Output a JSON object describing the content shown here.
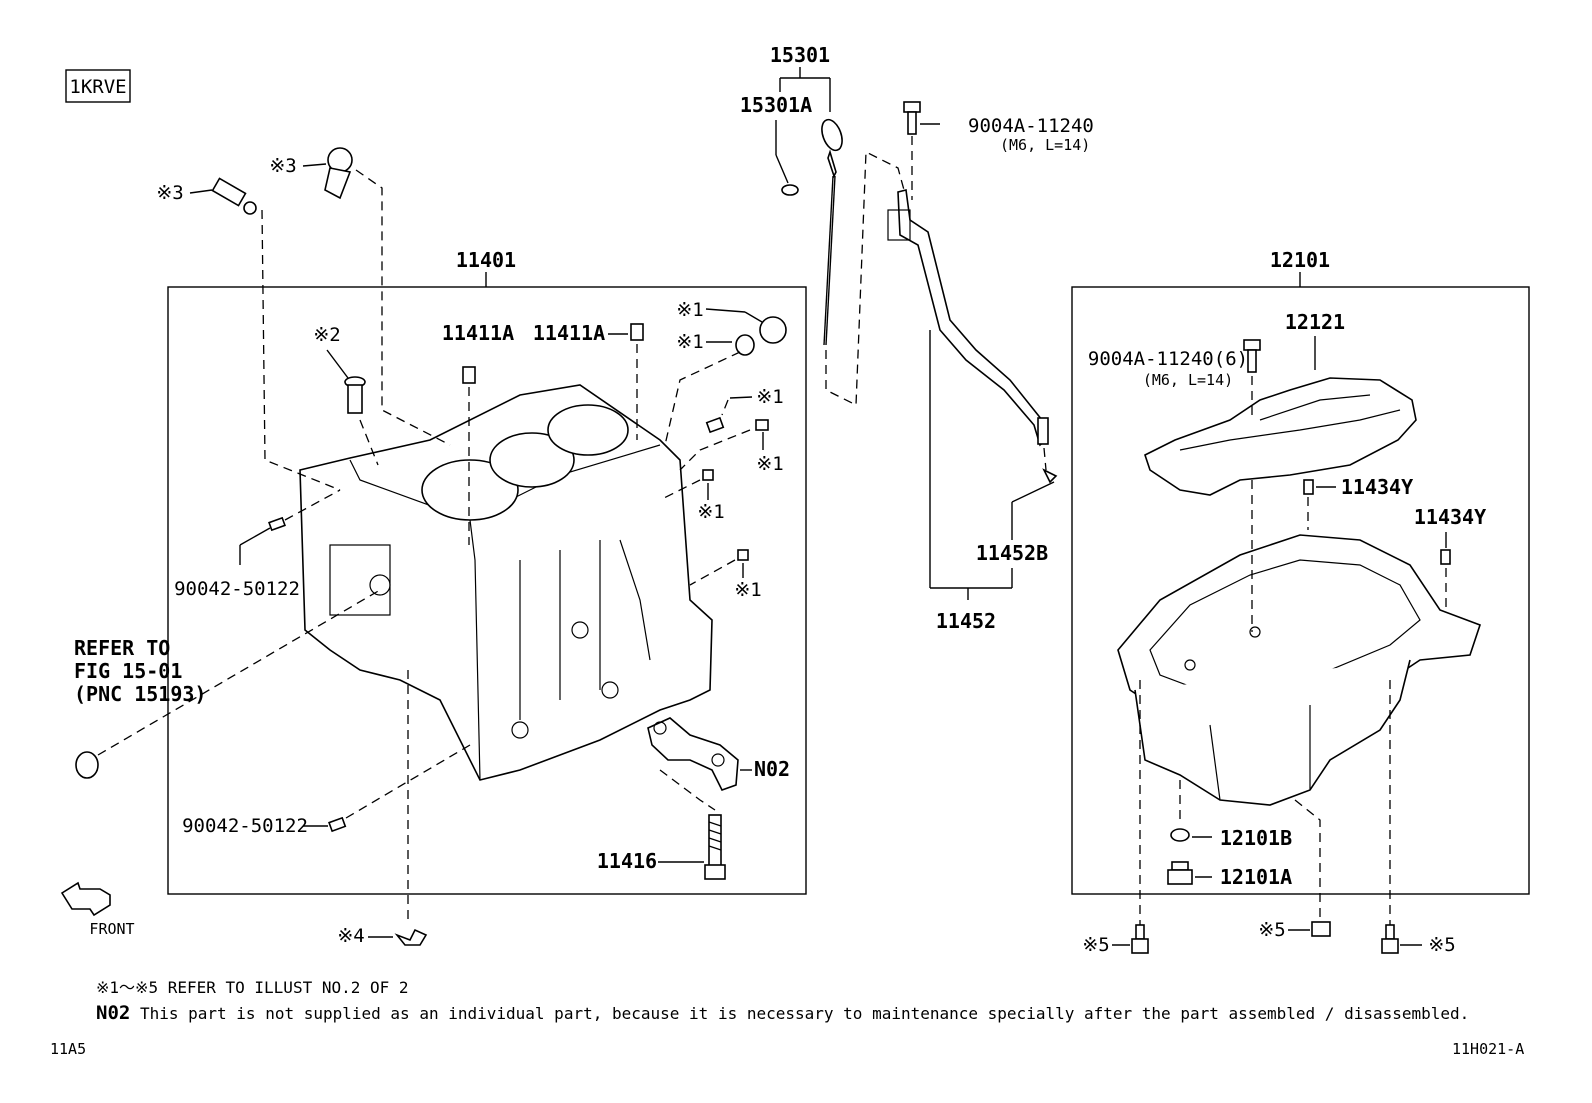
{
  "engine_code": "1KRVE",
  "groups": {
    "block": "11401",
    "dipstick": "15301",
    "oil_pan": "12101"
  },
  "labels": {
    "dipstick_sub": "15301A",
    "bolt_top": "9004A-11240",
    "bolt_top_spec": "(M6, L=14)",
    "ref_3a": "※3",
    "ref_3b": "※3",
    "ref_2": "※2",
    "pin_a": "11411A",
    "pin_b": "11411A",
    "ref_1a": "※1",
    "ref_1b": "※1",
    "ref_1c": "※1",
    "ref_1d": "※1",
    "ref_1e": "※1",
    "ref_1f": "※1",
    "plug_a": "90042-50122",
    "plug_b": "90042-50122",
    "refer_line1": "REFER TO",
    "refer_line2": "FIG 15-01",
    "refer_line3": "(PNC 15193)",
    "cap": "N02",
    "cap_bolt": "11416",
    "ref_4": "※4",
    "front": "FRONT",
    "guide": "11452",
    "guide_sub": "11452B",
    "baffle": "12121",
    "baffle_bolt": "9004A-11240(6)",
    "baffle_bolt_spec": "(M6, L=14)",
    "pin_c": "11434Y",
    "pin_d": "11434Y",
    "drain_gasket": "12101B",
    "drain_plug": "12101A",
    "ref_5a": "※5",
    "ref_5b": "※5",
    "ref_5c": "※5"
  },
  "notes": {
    "refer_note": "※1～※5 REFER TO ILLUST NO.2 OF 2",
    "n02_code": "N02",
    "n02_text": "This part is not supplied as an individual part, because it is necessary to maintenance specially after the part assembled / disassembled.",
    "sheet_left": "11A5",
    "sheet_right": "11H021-A"
  }
}
